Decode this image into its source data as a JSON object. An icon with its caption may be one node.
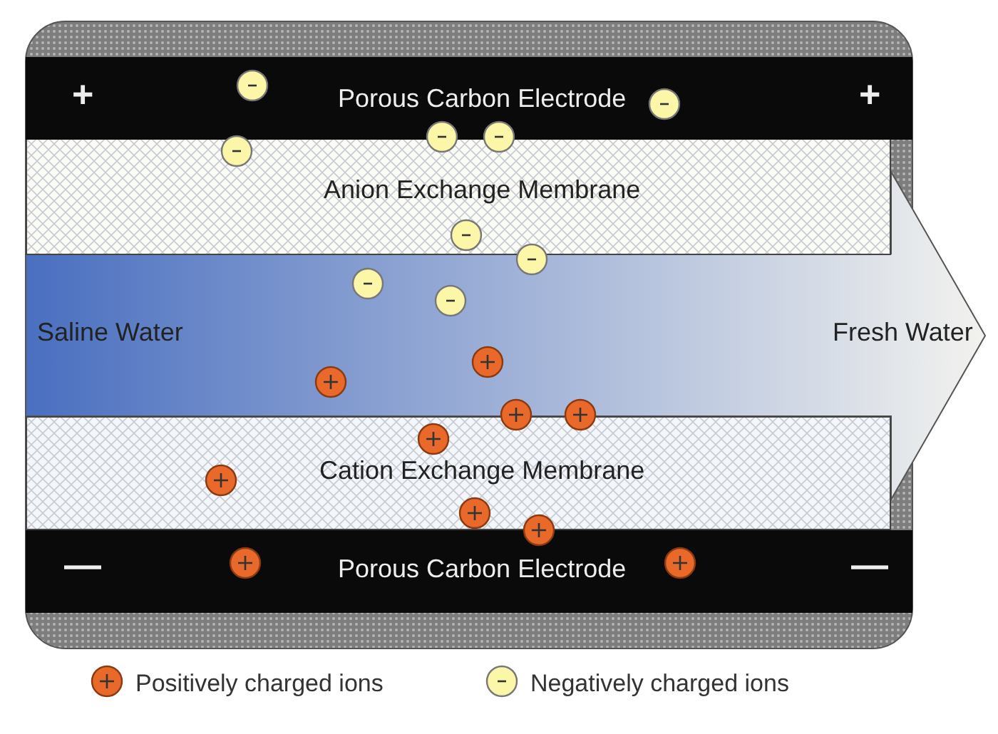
{
  "diagram": {
    "nodes": [
      {
        "text": [
          "+",
          "Porous Carbon Electrode",
          "+"
        ]
      },
      {
        "text": [
          "Anion Exchange Membrane"
        ]
      },
      {
        "text": [
          "Saline Water",
          "Fresh Water"
        ]
      },
      {
        "text": [
          "Cation Exchange Membrane"
        ]
      },
      {
        "text": [
          "—",
          "Porous Carbon Electrode",
          "—"
        ]
      }
    ],
    "edges": [],
    "legend": [
      {
        "text": "Positively charged ions"
      },
      {
        "text": "Negatively charged ions"
      }
    ]
  }
}
